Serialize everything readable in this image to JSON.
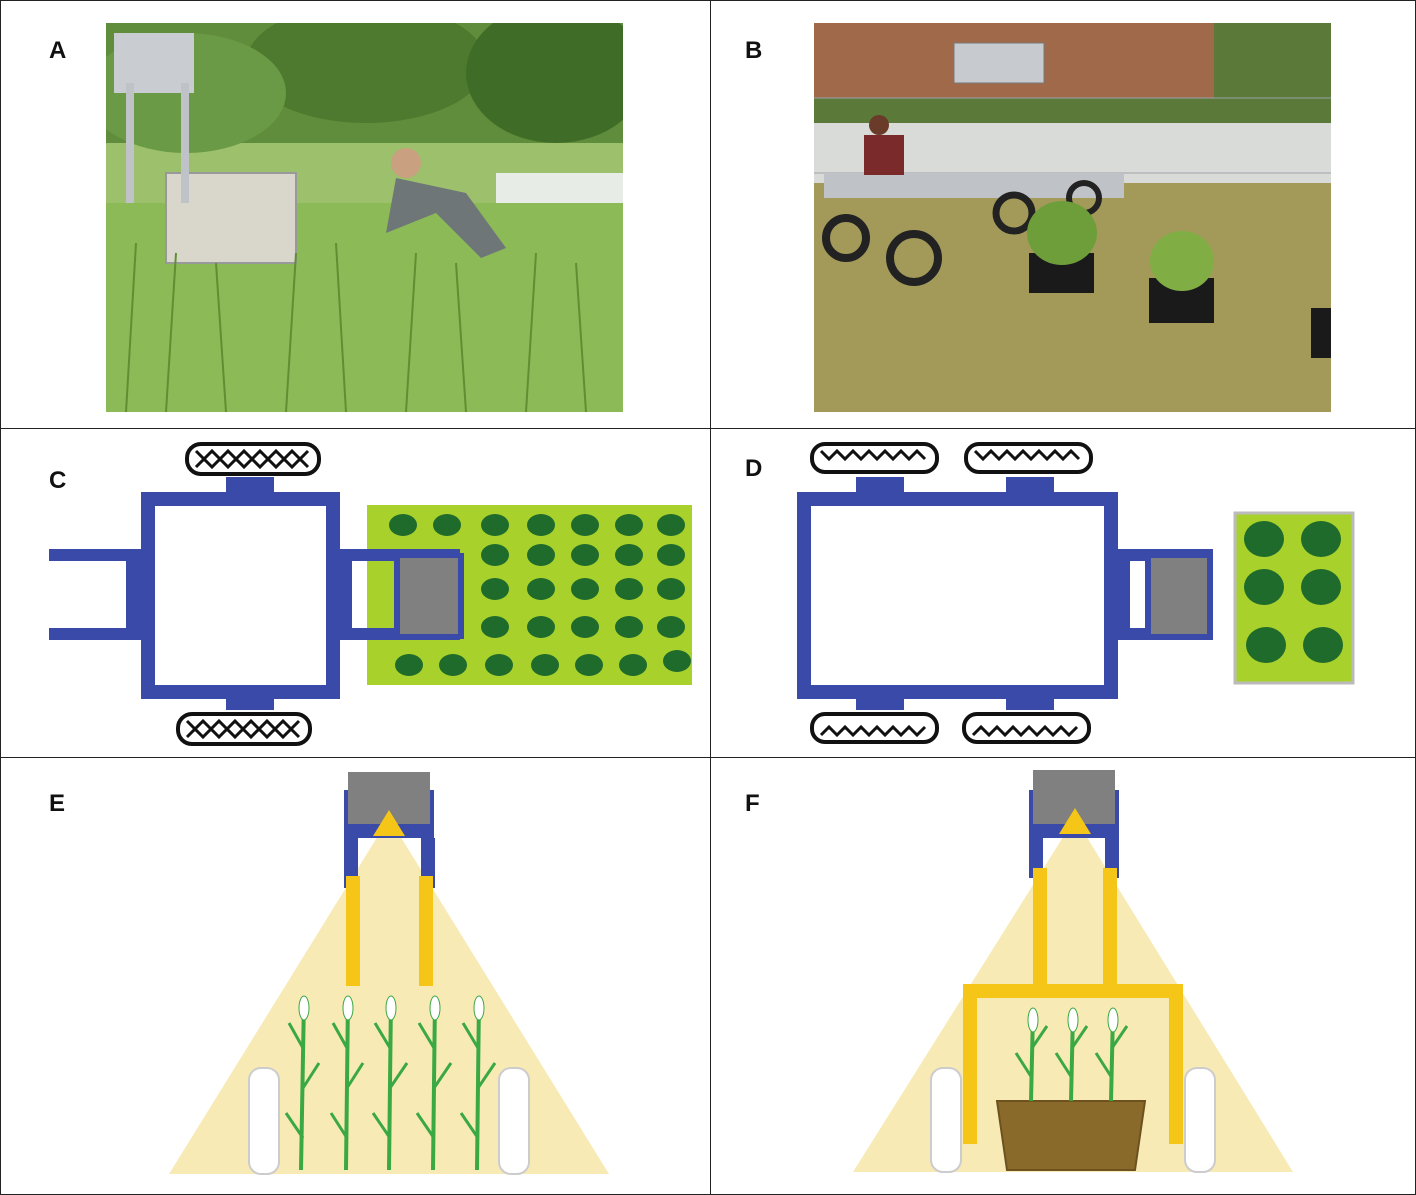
{
  "panels": {
    "a": {
      "label": "A"
    },
    "b": {
      "label": "B"
    },
    "c": {
      "label": "C"
    },
    "d": {
      "label": "D"
    },
    "e": {
      "label": "E"
    },
    "f": {
      "label": "F"
    }
  },
  "colors": {
    "frame": "#3a4aa8",
    "sensor": "#808080",
    "field": "#a9d12b",
    "plant": "#1f6b2c",
    "light_cone": "#f8eab5",
    "yellow_frame": "#f5c518",
    "pot": "#8a6a2a",
    "stem": "#3aa843"
  }
}
